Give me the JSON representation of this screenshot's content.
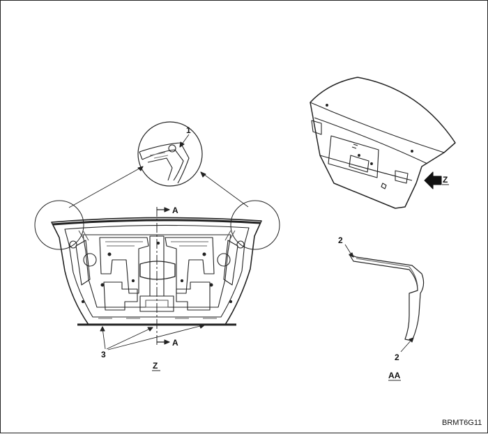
{
  "labels": {
    "callout_1": "1",
    "callout_2_top": "2",
    "callout_2_bottom": "2",
    "callout_3": "3",
    "section_a_top": "A",
    "section_a_bottom": "A",
    "view_z_arrow": "Z",
    "view_z_caption": "Z",
    "view_aa_caption": "AA"
  },
  "figure_code": "BRMT6G11"
}
